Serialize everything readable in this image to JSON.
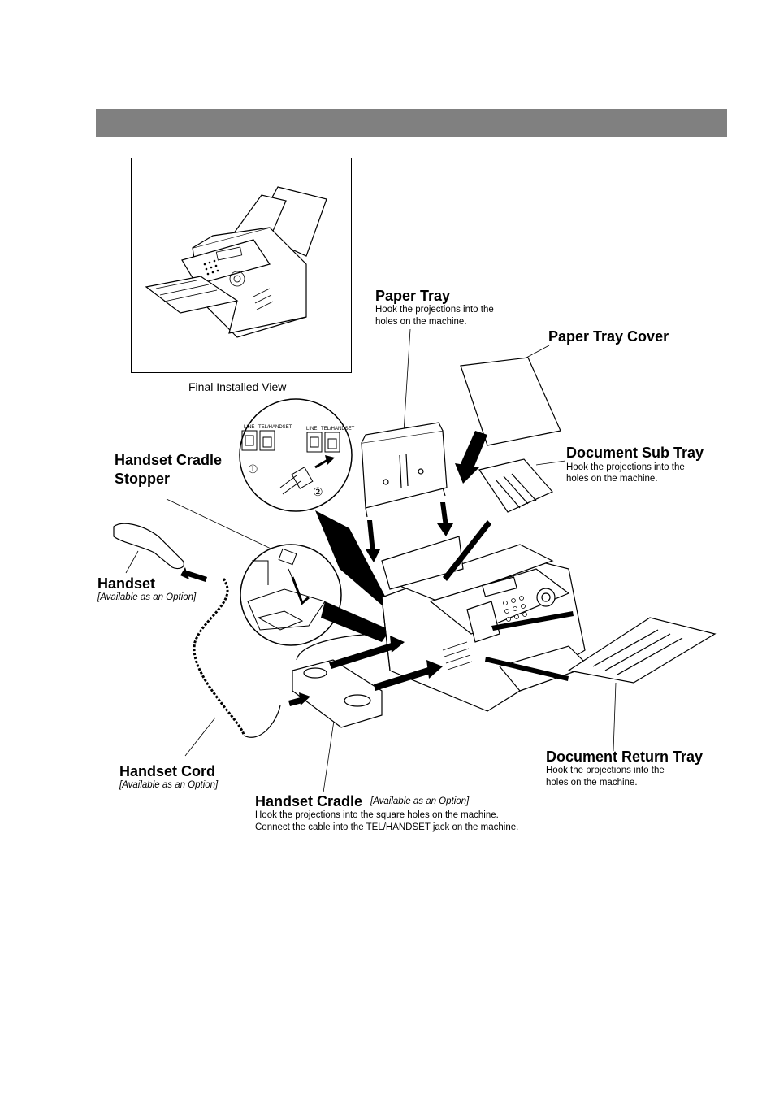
{
  "inset": {
    "caption": "Final Installed View"
  },
  "jacks": {
    "line": "LINE",
    "tel_handset": "TEL/HANDSET",
    "step1": "①",
    "step2": "②"
  },
  "labels": {
    "paper_tray": {
      "title": "Paper Tray",
      "desc1": "Hook the projections into the",
      "desc2": "holes on the machine."
    },
    "paper_tray_cover": {
      "title": "Paper Tray Cover"
    },
    "document_sub_tray": {
      "title": "Document Sub Tray",
      "desc1": "Hook the projections into the",
      "desc2": "holes on the machine."
    },
    "handset_cradle_stopper": {
      "title1": "Handset Cradle",
      "title2": "Stopper"
    },
    "handset": {
      "title": "Handset",
      "option": "[Available as an Option]"
    },
    "document_return_tray": {
      "title": "Document Return Tray",
      "desc1": "Hook the projections into the",
      "desc2": "holes on the machine."
    },
    "handset_cord": {
      "title": "Handset Cord",
      "option": "[Available as an Option]"
    },
    "handset_cradle": {
      "title": "Handset Cradle",
      "option": "[Available as an Option]",
      "desc1": "Hook the projections into the square holes on the machine.",
      "desc2": "Connect the cable into the TEL/HANDSET jack on the machine."
    }
  }
}
